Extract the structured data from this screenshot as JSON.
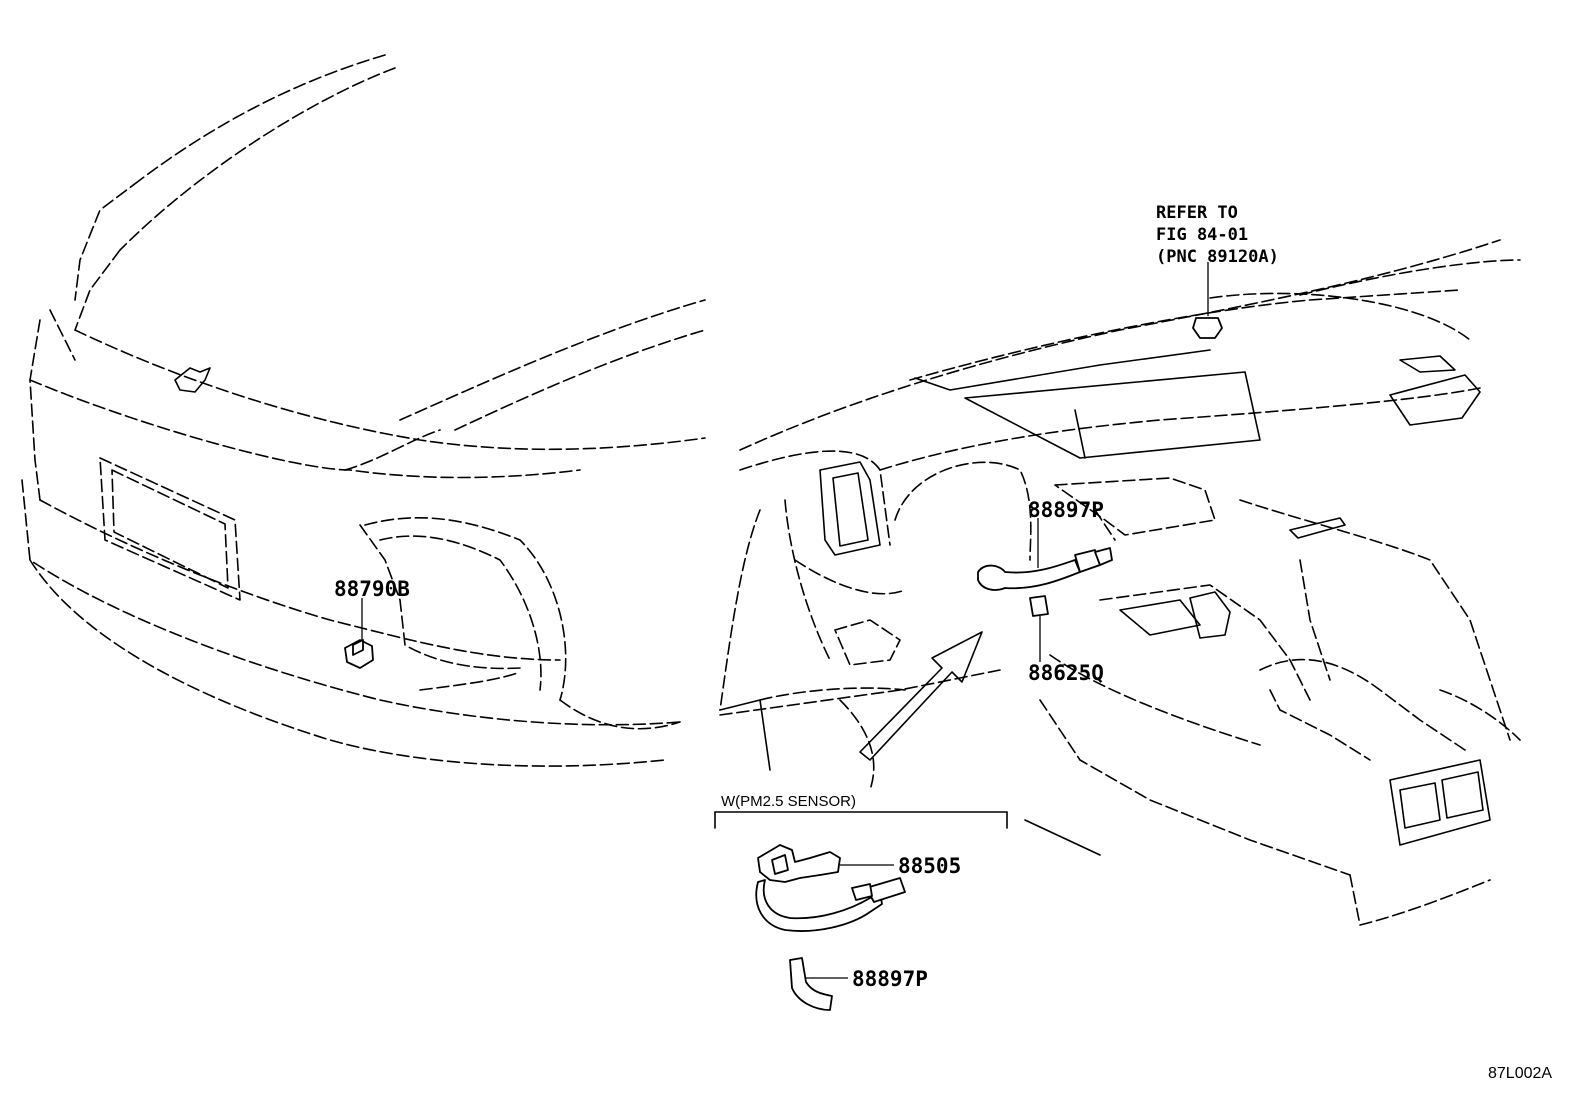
{
  "diagram": {
    "callouts": [
      {
        "id": "front-sensor",
        "label": "88790B"
      },
      {
        "id": "dash-hose",
        "label": "88897P"
      },
      {
        "id": "dash-connector",
        "label": "88625Q"
      },
      {
        "id": "pm-sensor",
        "label": "88505"
      },
      {
        "id": "pm-hose",
        "label": "88897P"
      }
    ],
    "refer_note": [
      "REFER TO",
      "FIG 84-01",
      "(PNC 89120A)"
    ],
    "group_label": "W(PM2.5 SENSOR)",
    "figure_code": "87L002A"
  }
}
